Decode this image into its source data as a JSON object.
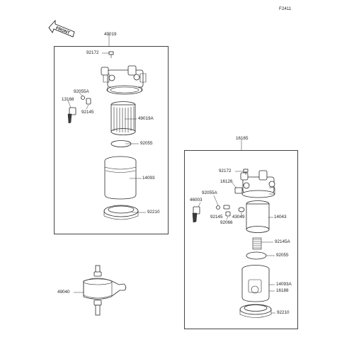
{
  "figure_code": "F2411",
  "front_label": "FRONT",
  "assembly_1": {
    "code": "49019",
    "parts": {
      "screw": "92172",
      "oring": "92055A",
      "cock": "13168",
      "plug": "92145",
      "element": "49019A",
      "gasket": "92055",
      "cup": "14093",
      "ring_nut": "92210"
    }
  },
  "assembly_2": {
    "code": "16165",
    "parts": {
      "screw": "92172",
      "fitting": "16126",
      "oring": "92055A",
      "cock": "46003",
      "plug": "92145",
      "washer": "92066",
      "bolt": "43049",
      "element": "14043",
      "spring": "92145A",
      "gasket": "92055",
      "cup": "14093A",
      "float": "16188",
      "ring_nut": "92210"
    }
  },
  "standalone": {
    "in_line_filter": "49040"
  }
}
